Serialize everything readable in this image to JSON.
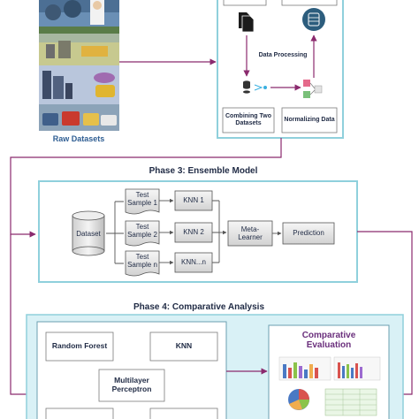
{
  "phase1": {
    "raw_datasets_label": "Raw Datasets"
  },
  "phase2": {
    "data_processing_label": "Data Processing",
    "combining_label": "Combining Two Datasets",
    "normalizing_label": "Normalizing Data"
  },
  "phase3": {
    "title": "Phase 3: Ensemble Model",
    "dataset_label": "Dataset",
    "test_samples": [
      "Test Sample 1",
      "Test Sample 2",
      "Test Sample n"
    ],
    "knn_models": [
      "KNN 1",
      "KNN 2",
      "KNN...n"
    ],
    "meta_learner_label": "Meta- Learner",
    "prediction_label": "Prediction"
  },
  "phase4": {
    "title": "Phase 4: Comparative Analysis",
    "models": [
      "Random Forest",
      "KNN",
      "Multilayer Perceptron"
    ],
    "comparative_title": "Comparative Evaluation"
  },
  "colors": {
    "phase_border": "#8fd0dc",
    "phase4_fill": "#d9f1f6",
    "arrow": "#8b2a6e",
    "box_border": "#6b6b6b",
    "title_blue": "#2e5d92",
    "comparative_purple": "#6a2f7c"
  }
}
